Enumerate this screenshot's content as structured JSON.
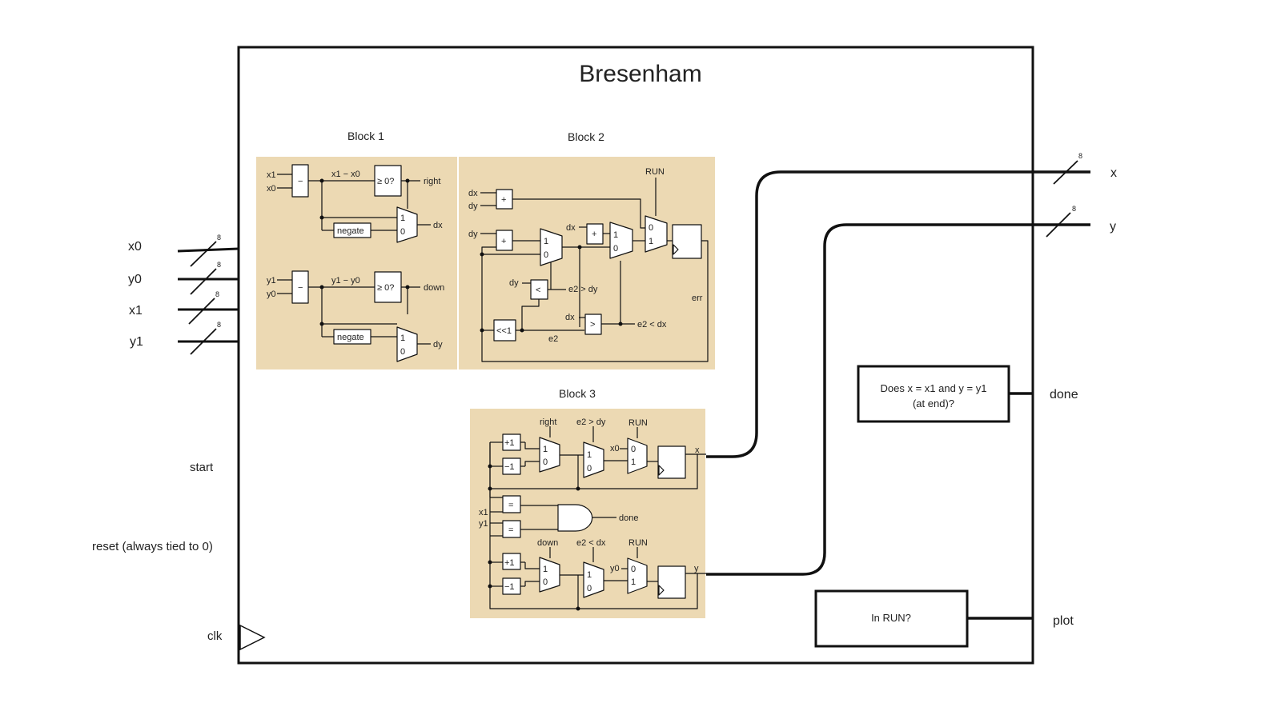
{
  "title": "Bresenham",
  "inputs": {
    "x0": "x0",
    "y0": "y0",
    "x1": "x1",
    "y1": "y1",
    "start": "start",
    "reset": "reset (always tied to 0)",
    "clk": "clk"
  },
  "outputs": {
    "x": "x",
    "y": "y",
    "done": "done",
    "plot": "plot"
  },
  "bus_width": "8",
  "blocks": {
    "block1": {
      "label": "Block 1",
      "x1": "x1",
      "x0": "x0",
      "y1": "y1",
      "y0": "y0",
      "minus": "−",
      "diff_x": "x1 − x0",
      "diff_y": "y1 − y0",
      "cmp": "≥ 0?",
      "right": "right",
      "down": "down",
      "negate": "negate",
      "dx": "dx",
      "dy": "dy",
      "one": "1",
      "zero": "0"
    },
    "block2": {
      "label": "Block 2",
      "dx": "dx",
      "dy": "dy",
      "plus": "+",
      "run": "RUN",
      "lt": "<",
      "gt": ">",
      "shift": "<<1",
      "e2": "e2",
      "e2_gt_dy": "e2 > dy",
      "e2_lt_dx": "e2 < dx",
      "err": "err",
      "one": "1",
      "zero": "0"
    },
    "block3": {
      "label": "Block 3",
      "right": "right",
      "down": "down",
      "e2_gt_dy": "e2 > dy",
      "e2_lt_dx": "e2 < dx",
      "run": "RUN",
      "x0": "x0",
      "y0": "y0",
      "x1": "x1",
      "y1": "y1",
      "inc": "+1",
      "dec": "−1",
      "eq": "=",
      "done": "done",
      "x": "x",
      "y": "y",
      "one": "1",
      "zero": "0"
    }
  },
  "boxes": {
    "done_check": {
      "line1": "Does x = x1 and y = y1",
      "line2": "(at end)?"
    },
    "run_check": "In RUN?"
  },
  "colors": {
    "block_bg": "#ecd9b3",
    "stroke": "#111111"
  }
}
